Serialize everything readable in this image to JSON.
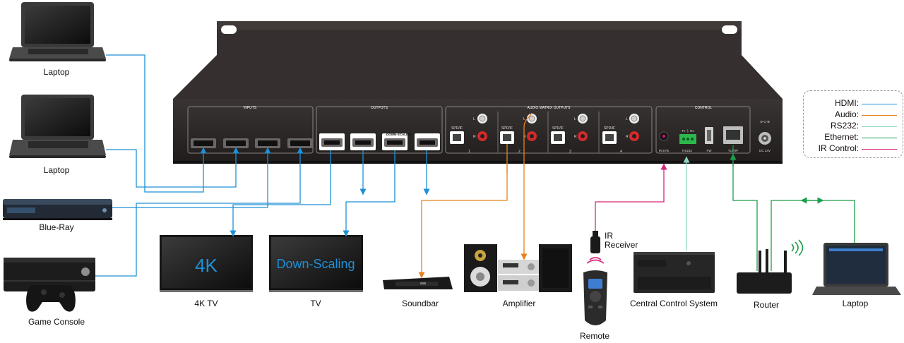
{
  "device": {
    "sections": {
      "inputs": "INPUTS",
      "outputs": "OUTPUTS",
      "audio": "AUDIO MATRIX OUTPUTS",
      "control": "CONTROL"
    },
    "downscaling": "DOWN-SCALING",
    "spdif": "SPD/IF",
    "channel_l": "L",
    "channel_r": "R",
    "audio_numbers": [
      "1",
      "2",
      "3",
      "4"
    ],
    "ir_eye": "IR EYE",
    "rs232": "RS232",
    "fw": "FW",
    "tcpip": "TCP/IP",
    "dc": "DC 24V",
    "txrx": "Tx ⏚ Rx"
  },
  "screens": {
    "tv4k": "4K",
    "tv_downscaling": "Down-Scaling"
  },
  "labels": {
    "laptop1": "Laptop",
    "laptop2": "Laptop",
    "bluray": "Blue-Ray",
    "console": "Game Console",
    "tv4k": "4K TV",
    "tv": "TV",
    "soundbar": "Soundbar",
    "amplifier": "Amplifier",
    "ir_receiver_line1": "IR",
    "ir_receiver_line2": "Receiver",
    "remote": "Remote",
    "central": "Central Control System",
    "router": "Router",
    "laptop3": "Laptop"
  },
  "legend": [
    {
      "name": "HDMI:",
      "color": "#1e90d6"
    },
    {
      "name": "Audio:",
      "color": "#e8821e"
    },
    {
      "name": "RS232:",
      "color": "#8fd3c2"
    },
    {
      "name": "Ethernet:",
      "color": "#1a9e4a"
    },
    {
      "name": "IR Control:",
      "color": "#d6267a"
    }
  ],
  "colors": {
    "hdmi": "#1e90d6",
    "audio": "#e8821e",
    "rs232": "#8fd3c2",
    "ethernet": "#1a9e4a",
    "ir": "#d6267a",
    "chassis": "#2b2726"
  }
}
